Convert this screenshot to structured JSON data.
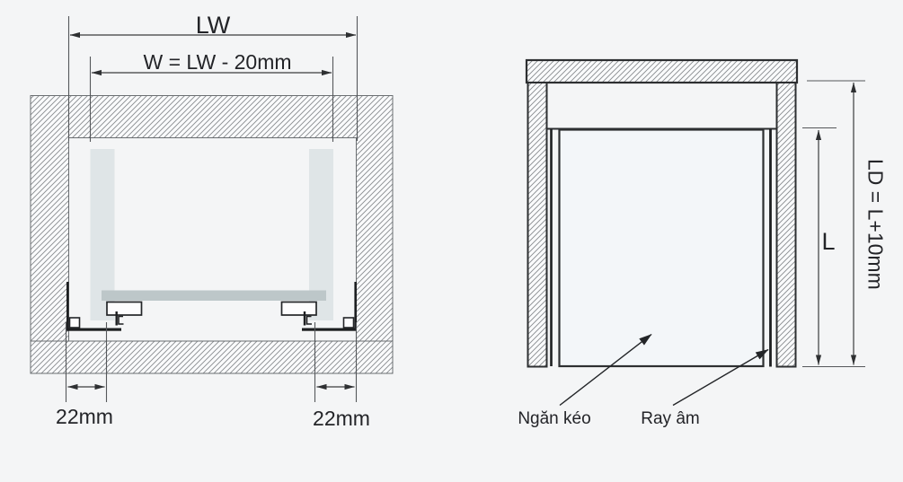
{
  "diagram_title": "",
  "front_view": {
    "dim_inner_width_label": "LW",
    "dim_drawer_width_label": "W = LW - 20mm",
    "dim_left_gap_label": "22mm",
    "dim_right_gap_label": "22mm"
  },
  "top_view": {
    "dim_depth_label": "LD = L+10mm",
    "dim_rail_length_label": "L",
    "drawer_label": "Ngăn kéo",
    "rail_label": "Ray âm"
  },
  "colors": {
    "background": "#f4f5f6",
    "hatch_line": "#888c8f",
    "hatch_fill": "#fafbfc",
    "frame_outline_light": "#6a6e71",
    "frame_outline_dark": "#2d2f31",
    "drawer_side_fill": "#dfe5e7",
    "drawer_bottom_fill": "#bdc7c9",
    "drawer_face_fill": "#f3f6f9",
    "profile_black": "#1d1f21",
    "dimension_line": "#3a3c3e",
    "extension_line": "#55585b"
  }
}
